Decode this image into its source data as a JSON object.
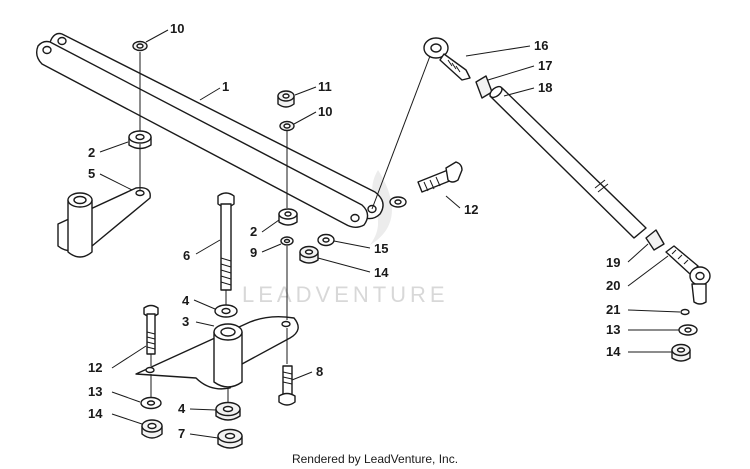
{
  "watermark": {
    "text": "LEADVENTURE"
  },
  "footer": {
    "text": "Rendered by LeadVenture, Inc."
  },
  "callouts": [
    "10",
    "1",
    "11",
    "10",
    "2",
    "5",
    "6",
    "2",
    "9",
    "15",
    "14",
    "12",
    "16",
    "17",
    "18",
    "4",
    "3",
    "12",
    "13",
    "14",
    "4",
    "7",
    "8",
    "19",
    "20",
    "21",
    "13",
    "14"
  ]
}
